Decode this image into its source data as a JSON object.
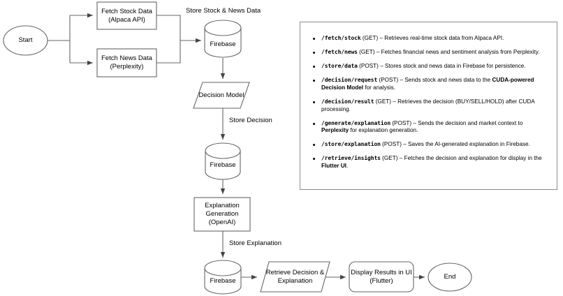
{
  "diagram": {
    "title": "Stock Decision Pipeline Flowchart",
    "stroke_color": "#666666",
    "text_color": "#000000",
    "background": "#ffffff",
    "nodes": [
      {
        "id": "start",
        "shape": "ellipse",
        "lines": [
          "Start"
        ]
      },
      {
        "id": "fetch-stock",
        "shape": "rectangle",
        "lines": [
          "Fetch Stock Data",
          "(Alpaca API)"
        ]
      },
      {
        "id": "fetch-news",
        "shape": "rectangle",
        "lines": [
          "Fetch News Data",
          "(Perplexity)"
        ]
      },
      {
        "id": "firebase-1",
        "shape": "cylinder",
        "lines": [
          "Firebase"
        ]
      },
      {
        "id": "decision-model",
        "shape": "parallelogram",
        "lines": [
          "Decision Model"
        ]
      },
      {
        "id": "firebase-2",
        "shape": "cylinder",
        "lines": [
          "Firebase"
        ]
      },
      {
        "id": "explanation",
        "shape": "rectangle",
        "lines": [
          "Explanation",
          "Generation",
          "(OpenAI)"
        ]
      },
      {
        "id": "firebase-3",
        "shape": "cylinder",
        "lines": [
          "Firebase"
        ]
      },
      {
        "id": "retrieve",
        "shape": "parallelogram",
        "lines": [
          "Retrieve Decision &",
          "Explanation"
        ]
      },
      {
        "id": "display",
        "shape": "rounded-rect",
        "lines": [
          "Display Results in UI",
          "(Flutter)"
        ]
      },
      {
        "id": "end",
        "shape": "ellipse",
        "lines": [
          "End"
        ]
      }
    ],
    "edge_labels": [
      {
        "id": "store-stock-news",
        "text": "Store Stock & News Data"
      },
      {
        "id": "store-decision",
        "text": "Store Decision"
      },
      {
        "id": "store-explanation",
        "text": "Store Explanation"
      }
    ]
  },
  "api_panel": {
    "endpoints": [
      {
        "path": "/fetch/stock",
        "method": "(GET)",
        "dash": " – ",
        "desc_parts": [
          {
            "text": "Retrieves real-time stock data from Alpaca API.",
            "bold": false
          }
        ]
      },
      {
        "path": "/fetch/news",
        "method": "(GET)",
        "dash": " – ",
        "desc_parts": [
          {
            "text": "Fetches financial news and sentiment analysis from Perplexity.",
            "bold": false
          }
        ]
      },
      {
        "path": "/store/data",
        "method": "(POST)",
        "dash": " – ",
        "desc_parts": [
          {
            "text": "Stores stock and news data in Firebase for persistence.",
            "bold": false
          }
        ]
      },
      {
        "path": "/decision/request",
        "method": "(POST)",
        "dash": " – ",
        "desc_parts": [
          {
            "text": "Sends stock and news data to the ",
            "bold": false
          },
          {
            "text": "CUDA-powered Decision Model",
            "bold": true
          },
          {
            "text": " for analysis.",
            "bold": false
          }
        ]
      },
      {
        "path": "/decision/result",
        "method": "(GET)",
        "dash": " – ",
        "desc_parts": [
          {
            "text": "Retrieves the decision (BUY/SELL/HOLD) after CUDA processing.",
            "bold": false
          }
        ]
      },
      {
        "path": "/generate/explanation",
        "method": "(POST)",
        "dash": " – ",
        "desc_parts": [
          {
            "text": "Sends the decision and market context to ",
            "bold": false
          },
          {
            "text": "Perplexity",
            "bold": true
          },
          {
            "text": " for explanation generation.",
            "bold": false
          }
        ]
      },
      {
        "path": "/store/explanation",
        "method": "(POST)",
        "dash": " – ",
        "desc_parts": [
          {
            "text": "Saves the AI-generated explanation in Firebase.",
            "bold": false
          }
        ]
      },
      {
        "path": "/retrieve/insights",
        "method": "(GET)",
        "dash": " – ",
        "desc_parts": [
          {
            "text": "Fetches the decision and explanation for display in the ",
            "bold": false
          },
          {
            "text": "Flutter UI",
            "bold": true
          },
          {
            "text": ".",
            "bold": false
          }
        ]
      }
    ]
  }
}
